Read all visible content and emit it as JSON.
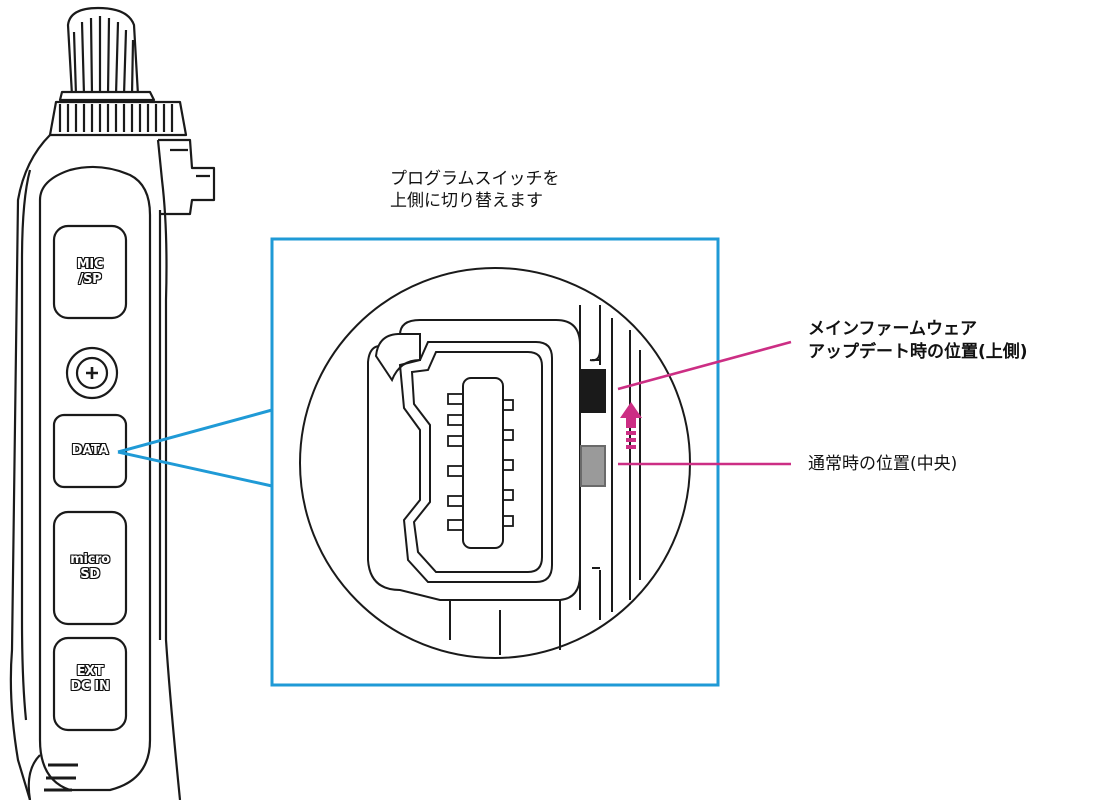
{
  "instruction": {
    "line1": "プログラムスイッチを",
    "line2": "上側に切り替えます"
  },
  "callout_upper": {
    "line1": "メインファームウェア",
    "line2": "アップデート時の位置(上側)"
  },
  "callout_normal": "通常時の位置(中央)",
  "radio_ports": {
    "mic_sp_line1": "MIC",
    "mic_sp_line2": "/SP",
    "data": "DATA",
    "microsd_line1": "micro",
    "microsd_line2": "SD",
    "ext_dc_line1": "EXT",
    "ext_dc_line2": "DC IN"
  },
  "colors": {
    "frame": "#1f9ad6",
    "callout_line": "#cc2e84",
    "arrow": "#cc2e84",
    "switch_upper": "#1a1a1a",
    "switch_center": "#9a9a9a",
    "outline": "#1a1a1a"
  }
}
